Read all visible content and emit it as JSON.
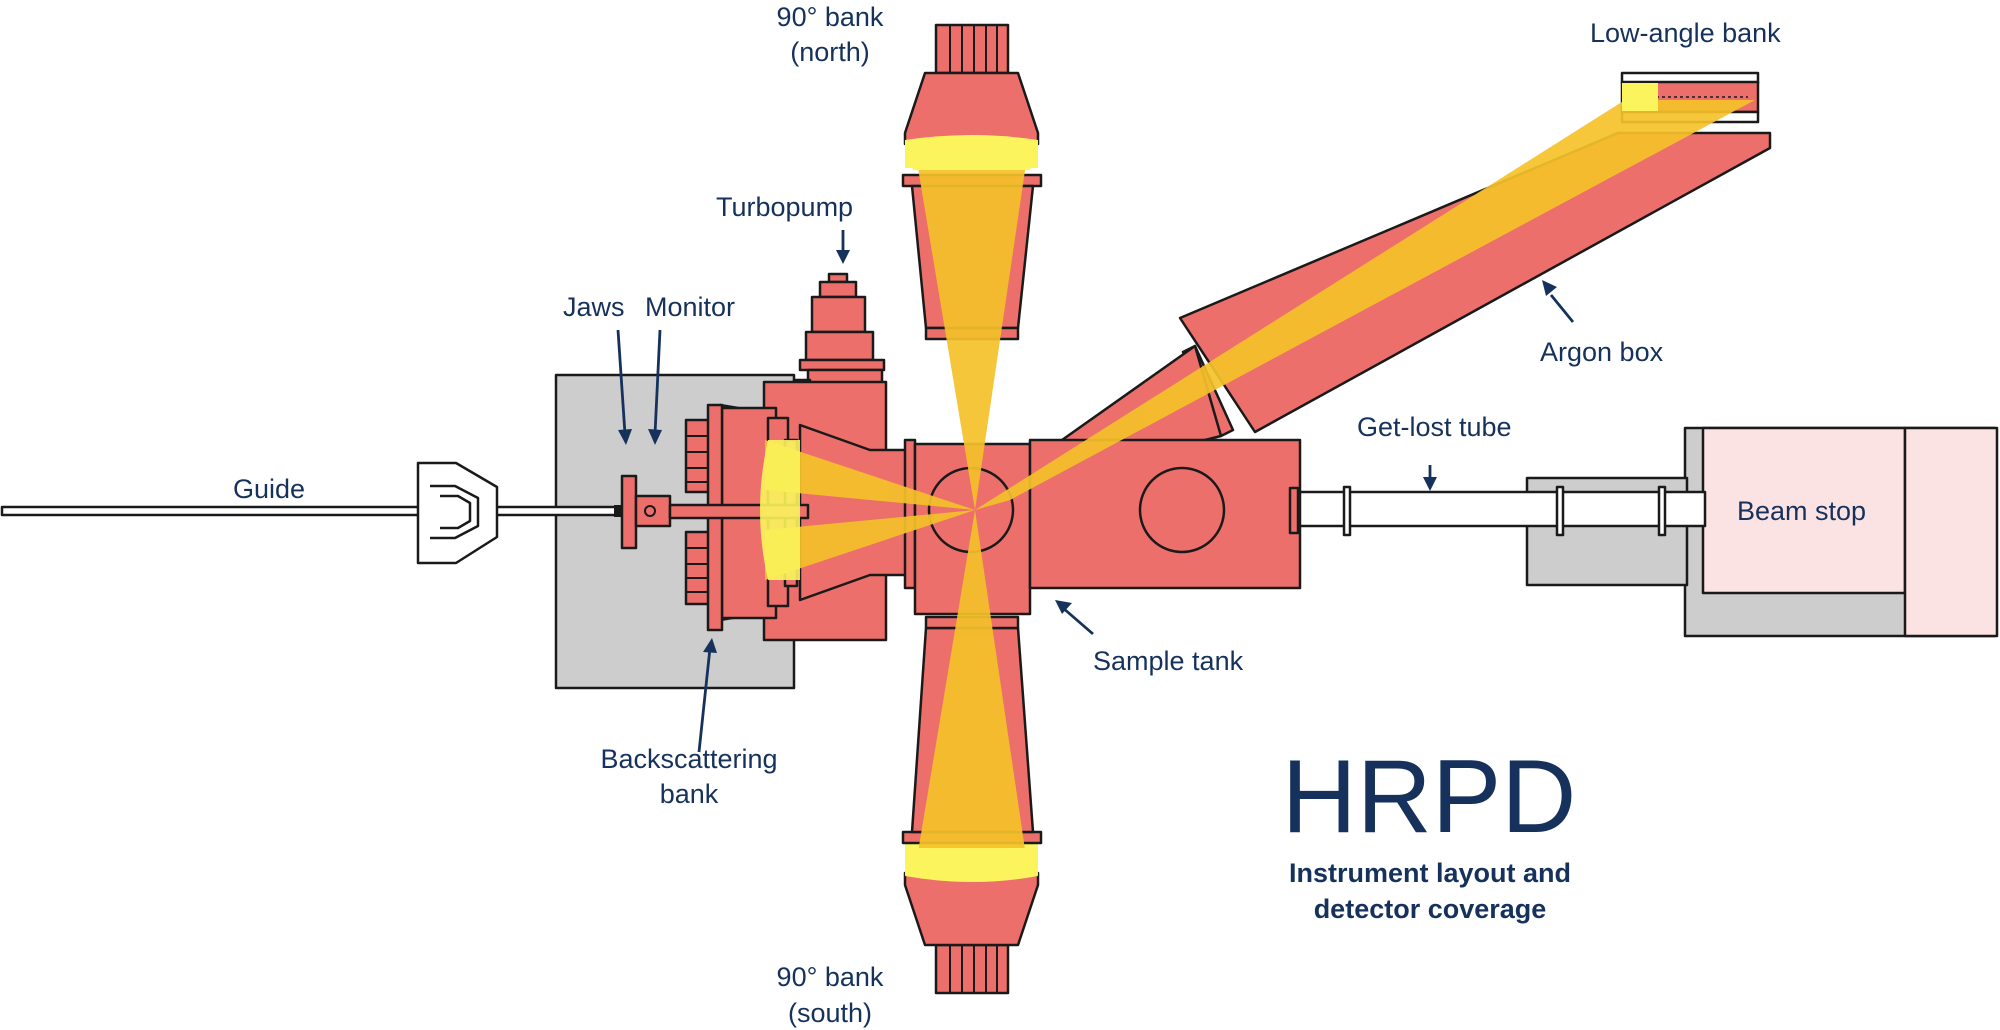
{
  "diagram": {
    "title": "HRPD",
    "subtitle_line1": "Instrument layout and",
    "subtitle_line2": "detector coverage",
    "labels": {
      "bank_north_1": "90° bank",
      "bank_north_2": "(north)",
      "bank_south_1": "90° bank",
      "bank_south_2": "(south)",
      "low_angle_bank": "Low-angle bank",
      "turbopump": "Turbopump",
      "jaws": "Jaws",
      "monitor": "Monitor",
      "guide": "Guide",
      "argon_box": "Argon box",
      "get_lost_tube": "Get-lost tube",
      "beam_stop": "Beam stop",
      "sample_tank": "Sample tank",
      "backscattering_1": "Backscattering",
      "backscattering_2": "bank"
    },
    "colors": {
      "component_red": "#ec6f6b",
      "coverage_yellow": "#f5c12a",
      "detector_yellow": "#fbf45c",
      "shield_grey": "#cdcdcd",
      "beam_stop_pink": "#fbe3e3",
      "label_navy": "#16325c"
    }
  }
}
